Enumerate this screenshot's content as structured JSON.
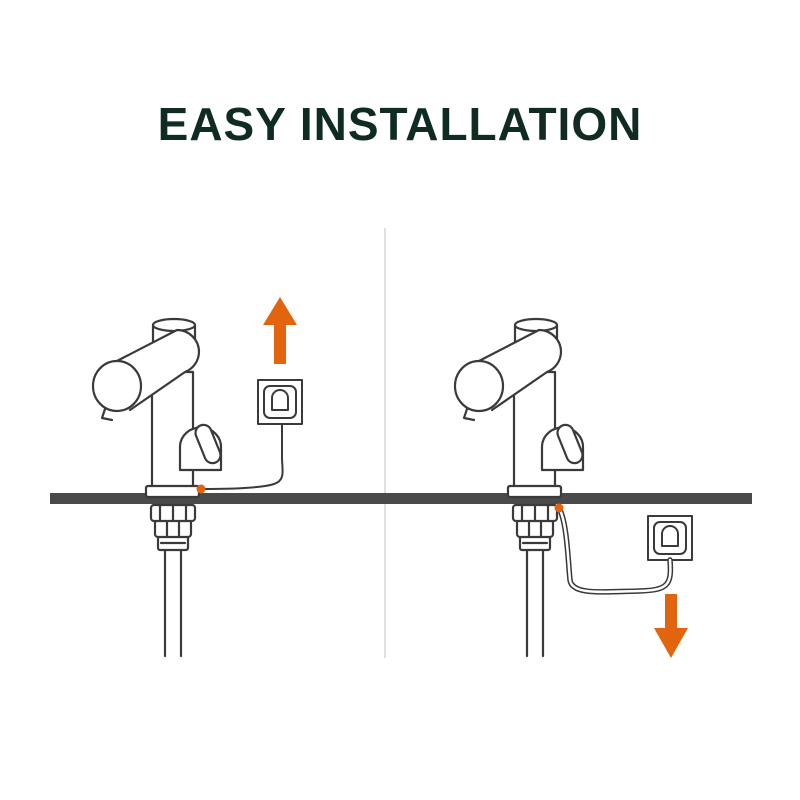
{
  "header": {
    "title": "EASY INSTALLATION"
  },
  "colors": {
    "title": "#0f2b24",
    "outline": "#3a3a3a",
    "countertop": "#4a4a4a",
    "accent": "#e2640f",
    "divider": "#cccccc",
    "fill": "#ffffff"
  },
  "panels": [
    {
      "id": "above-counter",
      "arrow": "up",
      "outlet_position": "above countertop"
    },
    {
      "id": "below-counter",
      "arrow": "down",
      "outlet_position": "below countertop"
    }
  ]
}
